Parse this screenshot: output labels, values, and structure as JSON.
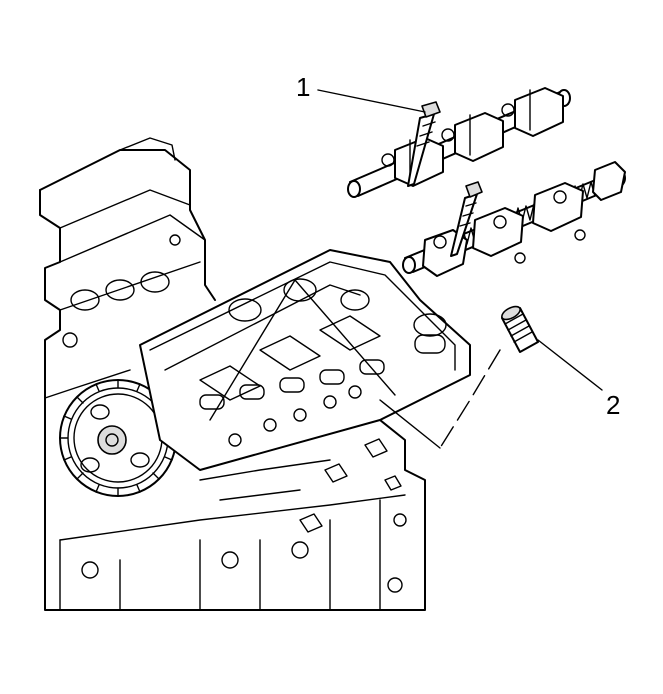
{
  "diagram": {
    "callouts": [
      {
        "id": "1",
        "label": "1",
        "target": "rocker-arm-shaft-bolt"
      },
      {
        "id": "2",
        "label": "2",
        "target": "pushrod-guide-stud"
      }
    ]
  },
  "colors": {
    "line": "#000000",
    "background": "#ffffff",
    "shade": "#dddddd"
  }
}
